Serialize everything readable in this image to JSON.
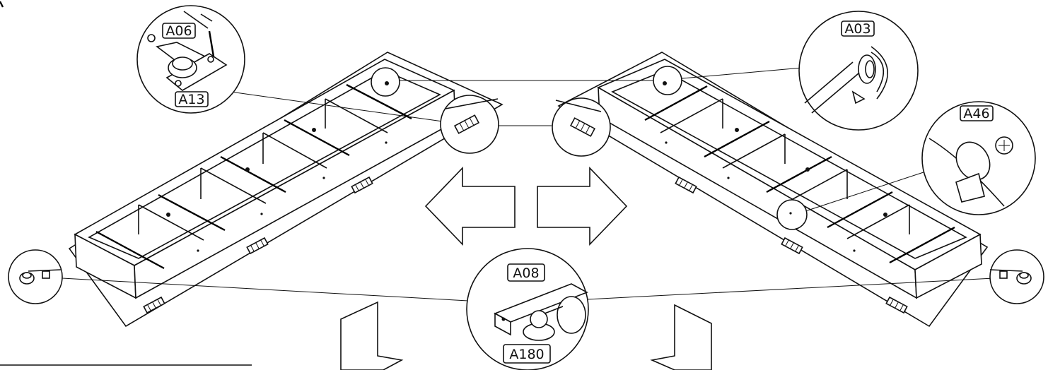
{
  "callouts": {
    "a06": "A06",
    "a13": "A13",
    "a03": "A03",
    "a46": "A46",
    "a08": "A08",
    "a180": "A180"
  }
}
